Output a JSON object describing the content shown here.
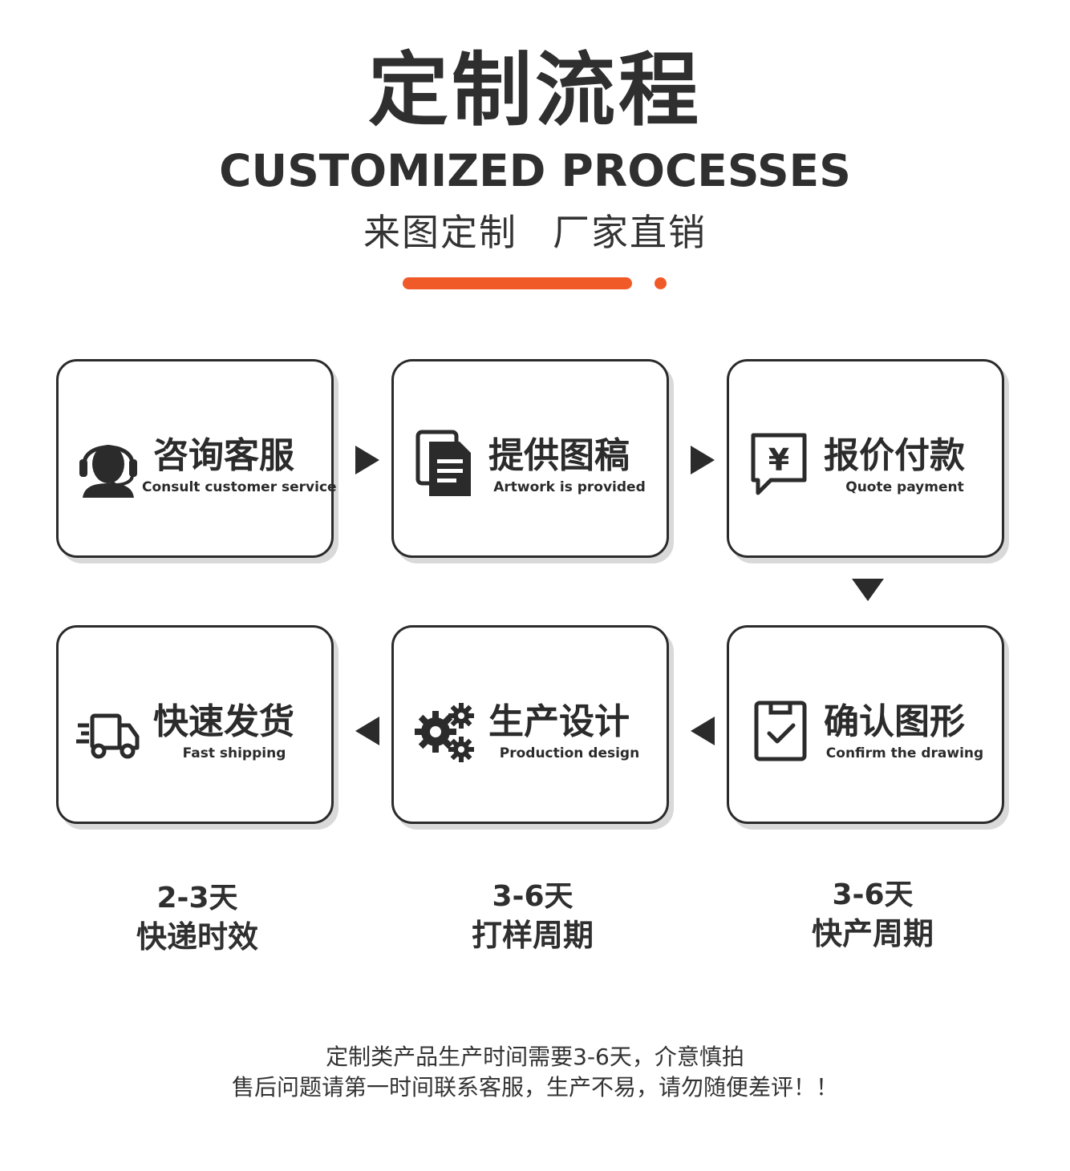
{
  "header": {
    "title_cn": "定制流程",
    "title_en": "CUSTOMIZED PROCESSES",
    "subtitle_left": "来图定制",
    "subtitle_right": "厂家直销",
    "accent_color": "#f05a28"
  },
  "steps": [
    {
      "cn": "咨询客服",
      "en": "Consult customer service",
      "icon": "headset-agent-icon"
    },
    {
      "cn": "提供图稿",
      "en": "Artwork is provided",
      "icon": "document-stack-icon"
    },
    {
      "cn": "报价付款",
      "en": "Quote payment",
      "icon": "yen-chat-icon"
    },
    {
      "cn": "确认图形",
      "en": "Confirm the drawing",
      "icon": "clipboard-check-icon"
    },
    {
      "cn": "生产设计",
      "en": "Production design",
      "icon": "gears-icon"
    },
    {
      "cn": "快速发货",
      "en": "Fast shipping",
      "icon": "delivery-truck-icon"
    }
  ],
  "periods": [
    {
      "days": "2-3天",
      "label": "快递时效"
    },
    {
      "days": "3-6天",
      "label": "打样周期"
    },
    {
      "days": "3-6天",
      "label": "快产周期"
    }
  ],
  "notes": {
    "line1": "定制类产品生产时间需要3-6天，介意慎拍",
    "line2": "售后问题请第一时间联系客服，生产不易，请勿随便差评！！"
  }
}
